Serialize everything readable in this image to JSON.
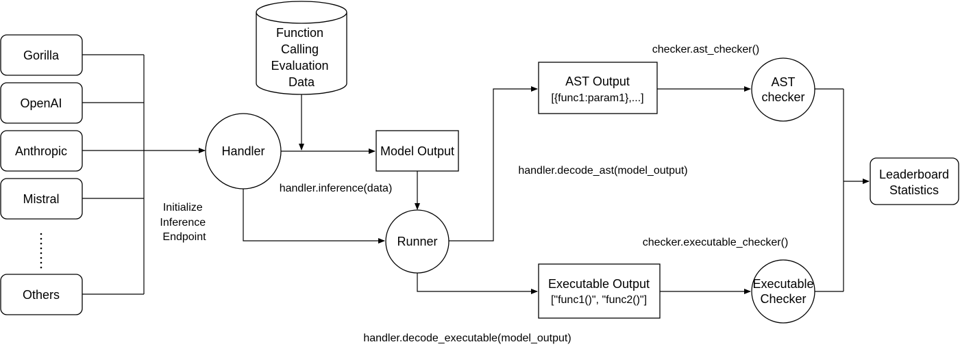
{
  "providers": [
    "Gorilla",
    "OpenAI",
    "Anthropic",
    "Mistral",
    "Others"
  ],
  "database": [
    "Function",
    "Calling",
    "Evaluation",
    "Data"
  ],
  "init_label": [
    "Initialize",
    "Inference",
    "Endpoint"
  ],
  "handler": "Handler",
  "model_output": "Model Output",
  "runner": "Runner",
  "ast_output": [
    "AST Output",
    "[{func1:param1},...]"
  ],
  "exec_output": [
    "Executable Output",
    "[\"func1()\", \"func2()\"]"
  ],
  "ast_checker": [
    "AST",
    "checker"
  ],
  "exec_checker": [
    "Executable",
    "Checker"
  ],
  "leaderboard": [
    "Leaderboard",
    "Statistics"
  ],
  "labels": {
    "inference": "handler.inference(data)",
    "decode_ast": "handler.decode_ast(model_output)",
    "decode_exec": "handler.decode_executable(model_output)",
    "ast_checker_fn": "checker.ast_checker()",
    "exec_checker_fn": "checker.executable_checker()"
  },
  "ellipsis": "⋮"
}
